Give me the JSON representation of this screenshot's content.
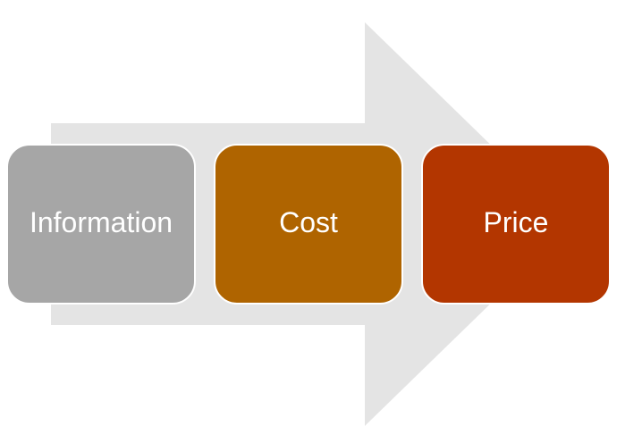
{
  "diagram": {
    "arrow_color": "#e4e4e4",
    "steps": [
      {
        "label": "Information",
        "color": "#a6a6a6"
      },
      {
        "label": "Cost",
        "color": "#af6400"
      },
      {
        "label": "Price",
        "color": "#b33600"
      }
    ]
  }
}
